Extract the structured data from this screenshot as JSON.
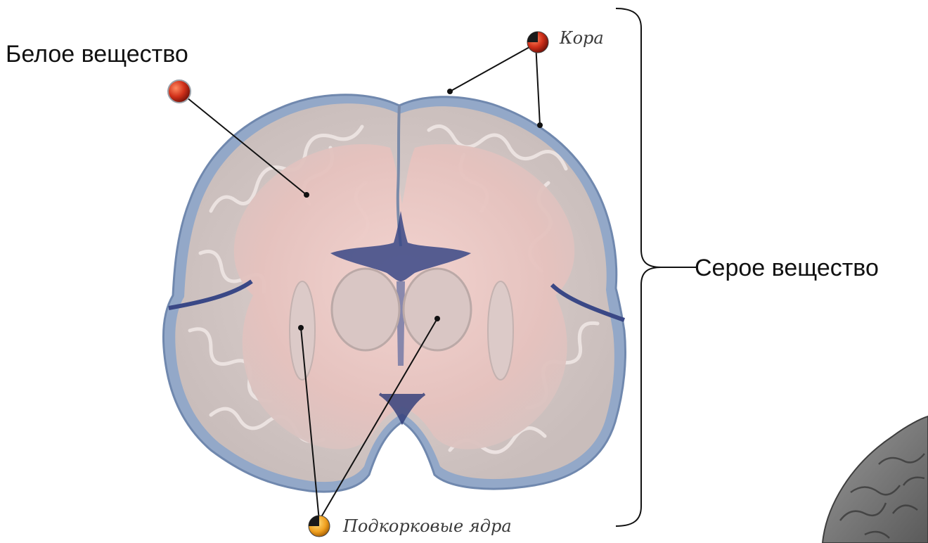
{
  "labels": {
    "white_matter": "Белое вещество",
    "gray_matter": "Серое вещество",
    "cortex": "Кора",
    "subcortical_nuclei": "Подкорковые ядра"
  },
  "colors": {
    "background": "#ffffff",
    "brain_outer_membrane": "#8fa5c4",
    "gray_matter_fill": "#d6ccc9",
    "white_matter_fill": "#e8c6c3",
    "ventricle_fill": "#2d3a78",
    "marker_red": "#c82810",
    "marker_orange": "#f0a020",
    "leader_line": "#111111"
  },
  "icons": {
    "white_matter_marker": "red-ball-marker-icon",
    "cortex_marker": "red-black-ball-marker-icon",
    "subcortical_marker": "orange-black-ball-marker-icon",
    "gray_matter_brace": "right-curly-brace-icon"
  }
}
